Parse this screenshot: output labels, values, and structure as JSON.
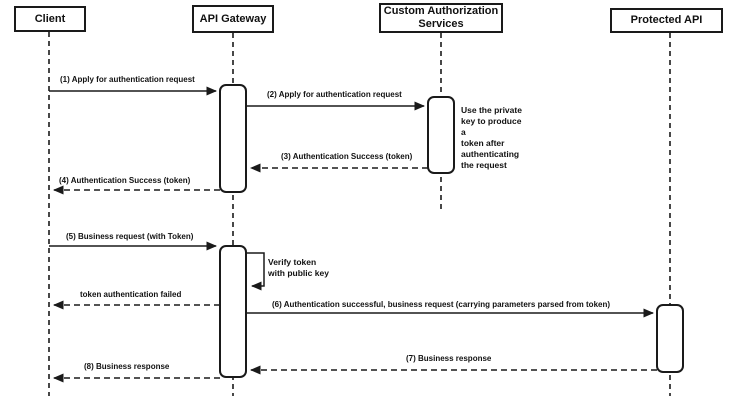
{
  "diagram": {
    "type": "sequence-diagram",
    "colors": {
      "line": "#1a1a1a",
      "background": "#ffffff",
      "text": "#111111"
    },
    "participants": [
      {
        "id": "client",
        "label": "Client"
      },
      {
        "id": "api-gateway",
        "label": "API Gateway"
      },
      {
        "id": "custom-auth",
        "label": "Custom Authorization\nServices"
      },
      {
        "id": "protected-api",
        "label": "Protected API"
      }
    ],
    "messages": [
      {
        "seq": "1",
        "label": "(1) Apply for authentication request",
        "from": "Client",
        "to": "API Gateway",
        "style": "solid"
      },
      {
        "seq": "2",
        "label": "(2) Apply for authentication request",
        "from": "API Gateway",
        "to": "Custom Authorization Services",
        "style": "solid"
      },
      {
        "seq": "3",
        "label": "(3) Authentication Success (token)",
        "from": "Custom Authorization Services",
        "to": "API Gateway",
        "style": "dashed"
      },
      {
        "seq": "4",
        "label": "(4) Authentication Success (token)",
        "from": "API Gateway",
        "to": "Client",
        "style": "dashed"
      },
      {
        "seq": "5",
        "label": "(5) Business request (with Token)",
        "from": "Client",
        "to": "API Gateway",
        "style": "solid"
      },
      {
        "seq": "",
        "label": "token authentication failed",
        "from": "API Gateway",
        "to": "Client",
        "style": "dashed"
      },
      {
        "seq": "6",
        "label": "(6) Authentication successful, business request (carrying parameters parsed from token)",
        "from": "API Gateway",
        "to": "Protected API",
        "style": "solid"
      },
      {
        "seq": "7",
        "label": "(7) Business response",
        "from": "Protected API",
        "to": "API Gateway",
        "style": "dashed"
      },
      {
        "seq": "8",
        "label": "(8) Business response",
        "from": "API Gateway",
        "to": "Client",
        "style": "dashed"
      }
    ],
    "self_message": {
      "label": "Verify token\nwith public key",
      "participant": "API Gateway",
      "style": "solid"
    },
    "note": {
      "label": "Use the private\nkey to produce a\ntoken after\nauthenticating\nthe request",
      "attached_to": "Custom Authorization Services"
    }
  }
}
